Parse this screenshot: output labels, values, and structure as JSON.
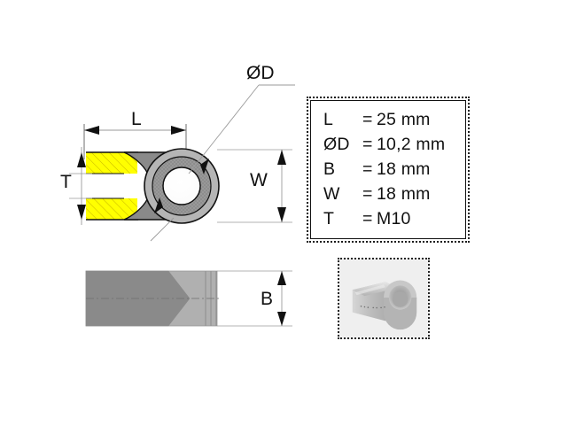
{
  "drawing": {
    "title_labels": {
      "length": "L",
      "diameter": "ØD",
      "width": "W",
      "thickness": "B",
      "thread": "T"
    }
  },
  "spec_table": {
    "rows": [
      {
        "symbol": "L",
        "eq": "=",
        "value": "25 mm"
      },
      {
        "symbol": "ØD",
        "eq": "=",
        "value": "10,2 mm"
      },
      {
        "symbol": "B",
        "eq": "=",
        "value": "18 mm"
      },
      {
        "symbol": "W",
        "eq": "=",
        "value": "18 mm"
      },
      {
        "symbol": "T",
        "eq": "=",
        "value": "M10"
      }
    ]
  },
  "colors": {
    "body_gray": "#8a8a8a",
    "light_gray": "#b0b0b0",
    "ring_outer": "#b5b5b5",
    "ring_inner": "#8d8d8d",
    "thread_yellow": "#ffff00",
    "line_black": "#111111",
    "photo_bg": "#efefef"
  },
  "photo": {
    "caption": "rod-end-fitting-photo"
  }
}
